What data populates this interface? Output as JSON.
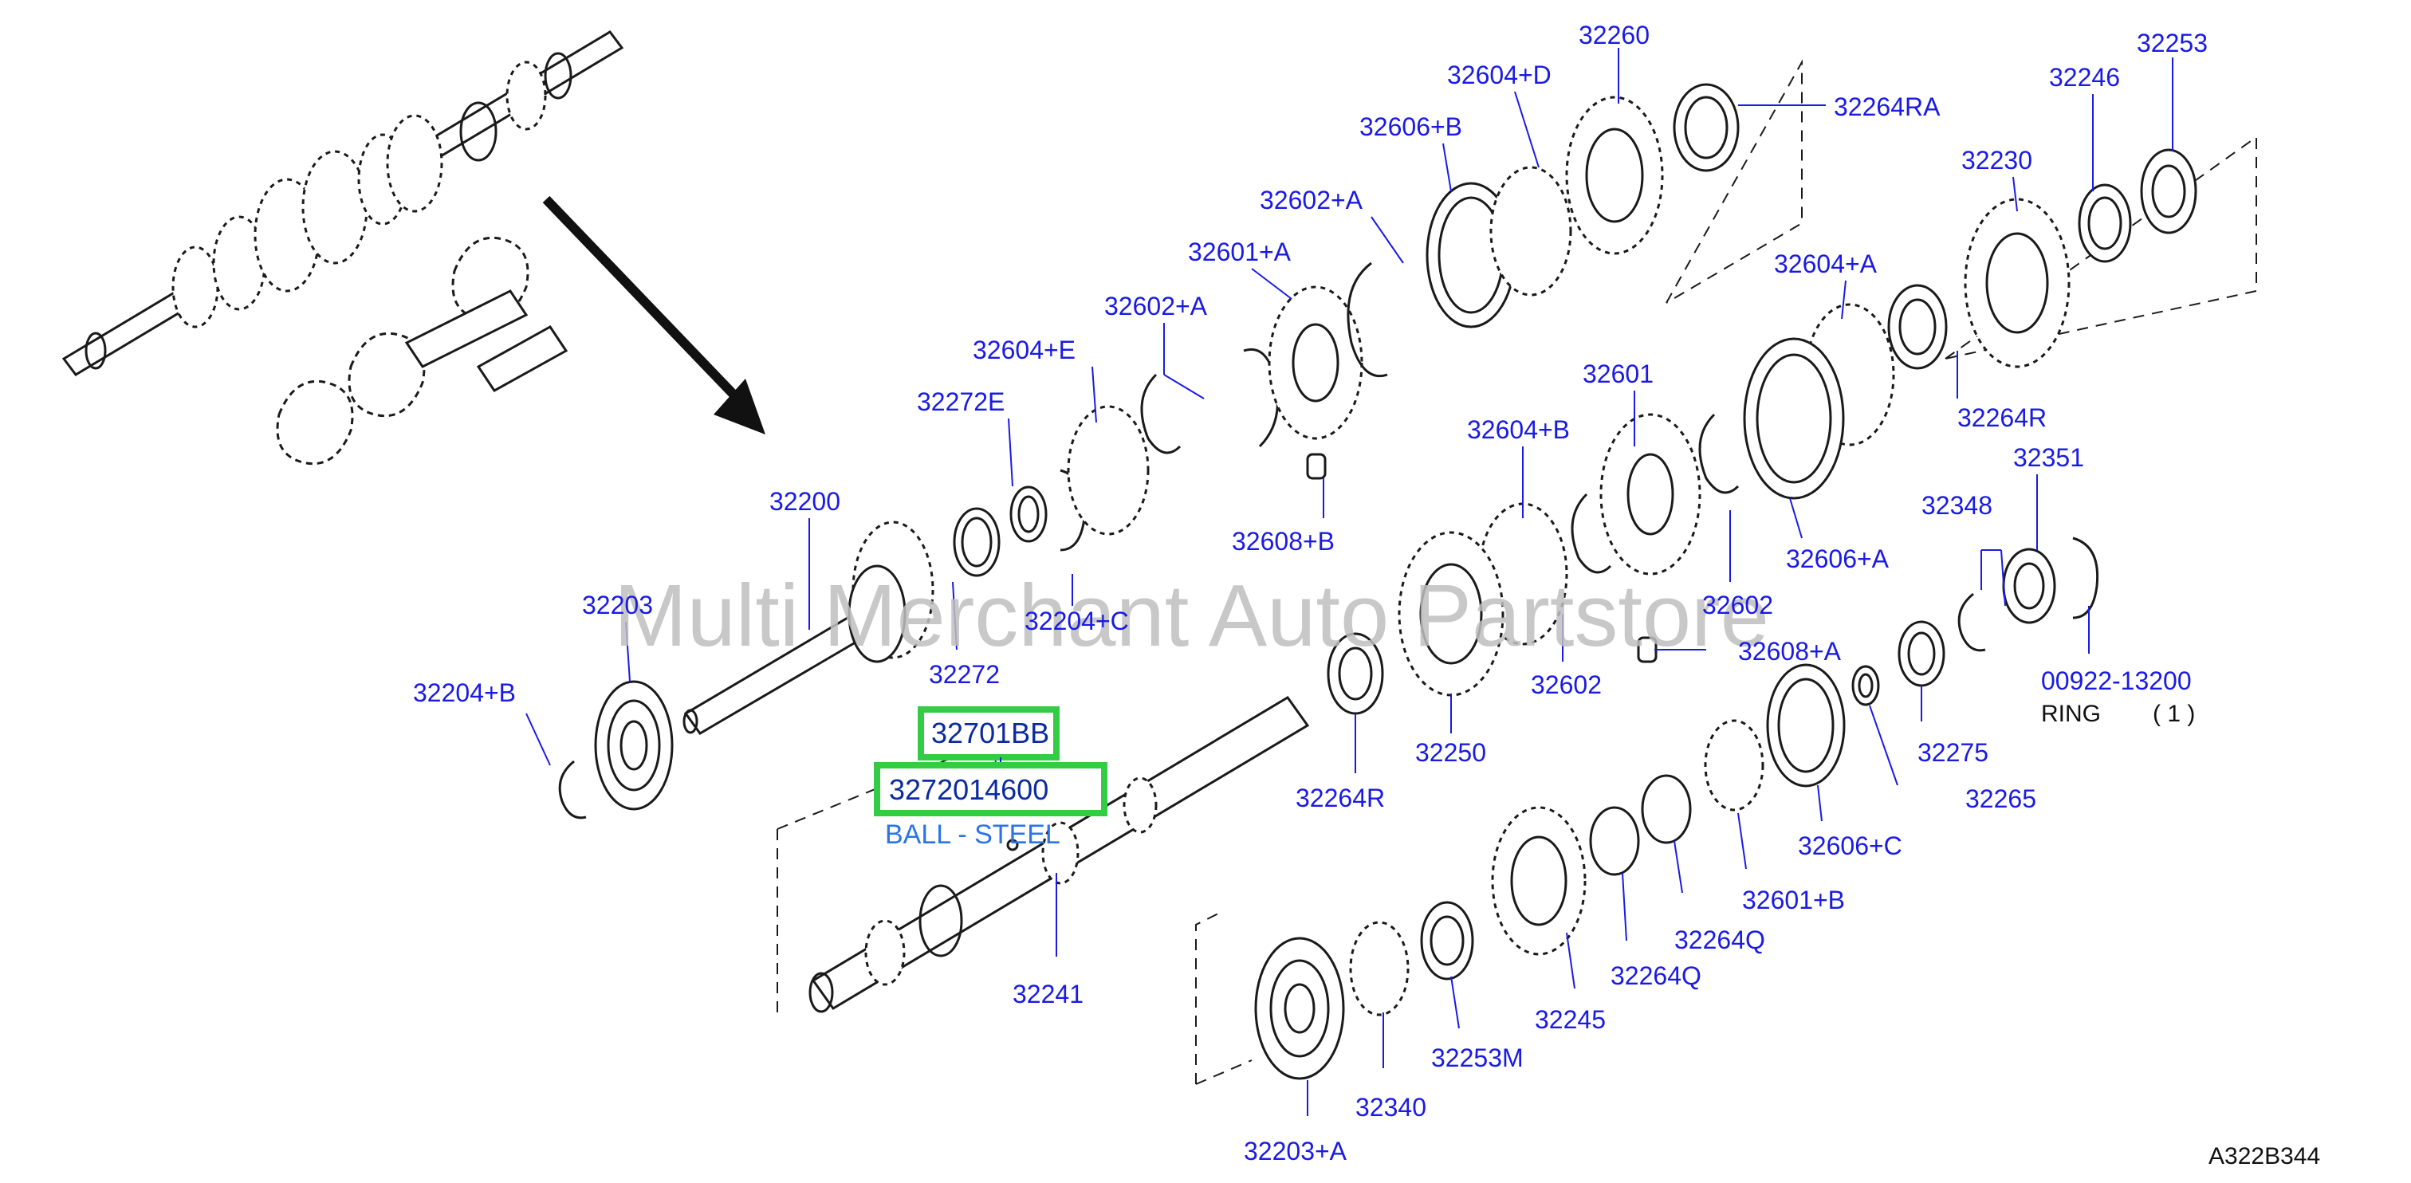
{
  "watermark": "Multi Merchant Auto Partstore",
  "diagram_code": "A322B344",
  "highlight": {
    "primary": "32701BB",
    "secondary": "3272014600",
    "description": "BALL - STEEL"
  },
  "ring_note": {
    "label": "RING",
    "qty": "( 1 )"
  },
  "labels": {
    "p32260": "32260",
    "p32253": "32253",
    "p32604D": "32604+D",
    "p32246": "32246",
    "p32264RA": "32264RA",
    "p32606B": "32606+B",
    "p32230": "32230",
    "p32602A_1": "32602+A",
    "p32601A": "32601+A",
    "p32604A": "32604+A",
    "p32602A_2": "32602+A",
    "p32604E": "32604+E",
    "p32601": "32601",
    "p32264R_1": "32264R",
    "p32272E": "32272E",
    "p32604B": "32604+B",
    "p32351": "32351",
    "p32200": "32200",
    "p32608B": "32608+B",
    "p32348": "32348",
    "p32606A": "32606+A",
    "p32203": "32203",
    "p32204C": "32204+C",
    "p32602_1": "32602",
    "p32608A": "32608+A",
    "p32204B": "32204+B",
    "p32272": "32272",
    "p32602_2": "32602",
    "p00922": "00922-13200",
    "p32250": "32250",
    "p32275": "32275",
    "p32265": "32265",
    "p32264R_2": "32264R",
    "p32606C": "32606+C",
    "p32601B": "32601+B",
    "p32264Q_1": "32264Q",
    "p32241": "32241",
    "p32264Q_2": "32264Q",
    "p32245": "32245",
    "p32253M": "32253M",
    "p32340": "32340",
    "p32203A": "32203+A"
  }
}
